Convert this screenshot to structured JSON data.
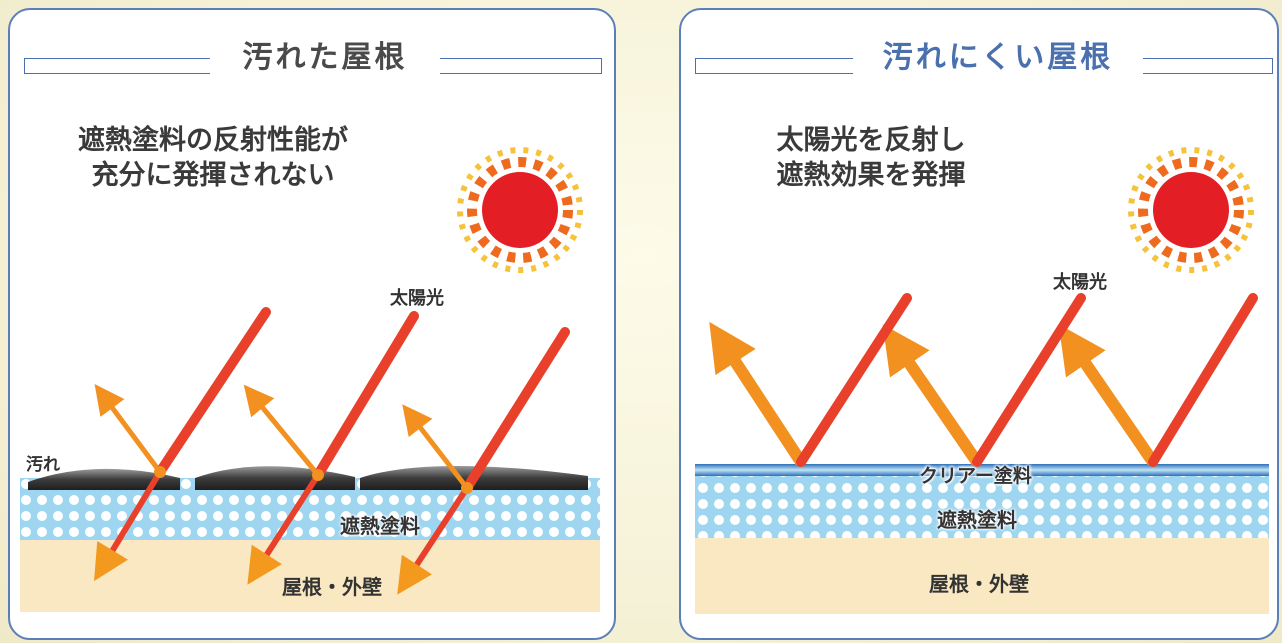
{
  "left_panel": {
    "title": "汚れた屋根",
    "heading_line1": "遮熱塗料の反射性能が",
    "heading_line2": "充分に発揮されない",
    "label_sunlight": "太陽光",
    "label_dirt": "汚れ",
    "label_coating": "遮熱塗料",
    "label_roof": "屋根・外壁"
  },
  "right_panel": {
    "title": "汚れにくい屋根",
    "heading_line1": "太陽光を反射し",
    "heading_line2": "遮熱効果を発揮",
    "label_sunlight": "太陽光",
    "label_clear": "クリアー塗料",
    "label_coating": "遮熱塗料",
    "label_roof": "屋根・外壁"
  },
  "colors": {
    "panel_border": "#5b7fb8",
    "title_accent": "#4a70ad",
    "sun_core": "#e41e25",
    "sun_ray_orange": "#f39a1e",
    "sunlight_ray": "#e8402a",
    "reflection_arrow": "#f29020",
    "coating_blue": "#9ed5f0",
    "roof_beige": "#f9e8c2",
    "dirt": "#444444"
  }
}
